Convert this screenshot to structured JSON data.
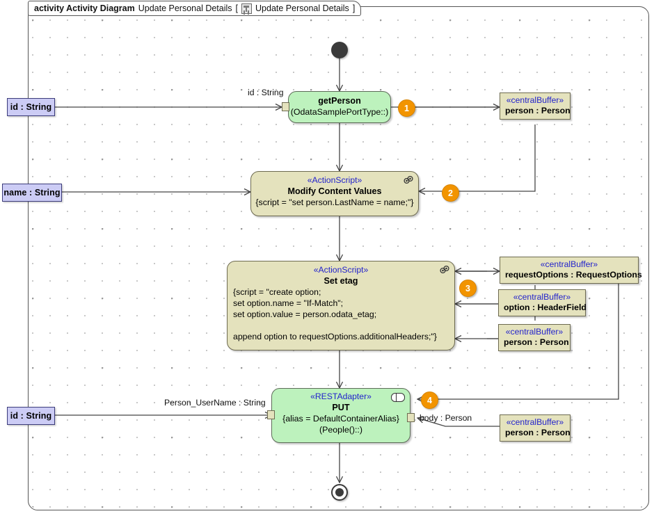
{
  "frame": {
    "keyword": "activity Activity Diagram",
    "name": "Update Personal Details",
    "bracket_open": "[",
    "bracket_label": "Update Personal Details",
    "bracket_close": "]",
    "icon": "activity-diagram-icon"
  },
  "nodes": {
    "initial": {
      "name": "initial-node"
    },
    "final": {
      "name": "activity-final-node"
    },
    "get_person": {
      "title": "getPerson",
      "sub": "(OdataSamplePortType::)",
      "badge": "1"
    },
    "modify_content": {
      "stereotype": "«ActionScript»",
      "title": "Modify Content Values",
      "script": "{script = \"set person.LastName = name;\"}",
      "badge": "2",
      "corner_icon": "script-link-icon"
    },
    "set_etag": {
      "stereotype": "«ActionScript»",
      "title": "Set etag",
      "script": "{script = \"create option;\nset option.name = \"If-Match\";\nset option.value = person.odata_etag;\n\nappend option to requestOptions.additionalHeaders;\"}",
      "badge": "3",
      "corner_icon": "script-link-icon"
    },
    "put": {
      "stereotype": "«RESTAdapter»",
      "title": "PUT",
      "alias": "{alias = DefaultContainerAlias}",
      "sub": "(People()::)",
      "badge": "4",
      "corner_icon": "port-icon"
    }
  },
  "parameters": [
    {
      "label": "id : String",
      "name": "parameter-node-id-top"
    },
    {
      "label": "name : String",
      "name": "parameter-node-name"
    },
    {
      "label": "id : String",
      "name": "parameter-node-id-bottom"
    }
  ],
  "buffers": [
    {
      "stereotype": "«centralBuffer»",
      "label": "person : Person",
      "name": "central-buffer-person-top"
    },
    {
      "stereotype": "«centralBuffer»",
      "label": "requestOptions : RequestOptions",
      "name": "central-buffer-request-options"
    },
    {
      "stereotype": "«centralBuffer»",
      "label": "option : HeaderField",
      "name": "central-buffer-option"
    },
    {
      "stereotype": "«centralBuffer»",
      "label": "person : Person",
      "name": "central-buffer-person-mid"
    },
    {
      "stereotype": "«centralBuffer»",
      "label": "person : Person",
      "name": "central-buffer-person-bottom"
    }
  ],
  "edge_labels": [
    {
      "text": "id : String",
      "name": "edge-label-id-string"
    },
    {
      "text": "Person_UserName : String",
      "name": "edge-label-person-username"
    },
    {
      "text": "body : Person",
      "name": "edge-label-body-person"
    }
  ],
  "colors": {
    "action_fill": "#bdf2bd",
    "script_fill": "#e4e2bd",
    "param_fill": "#ccccf5",
    "badge": "#f29400",
    "stereotype_text": "#2222cc"
  }
}
